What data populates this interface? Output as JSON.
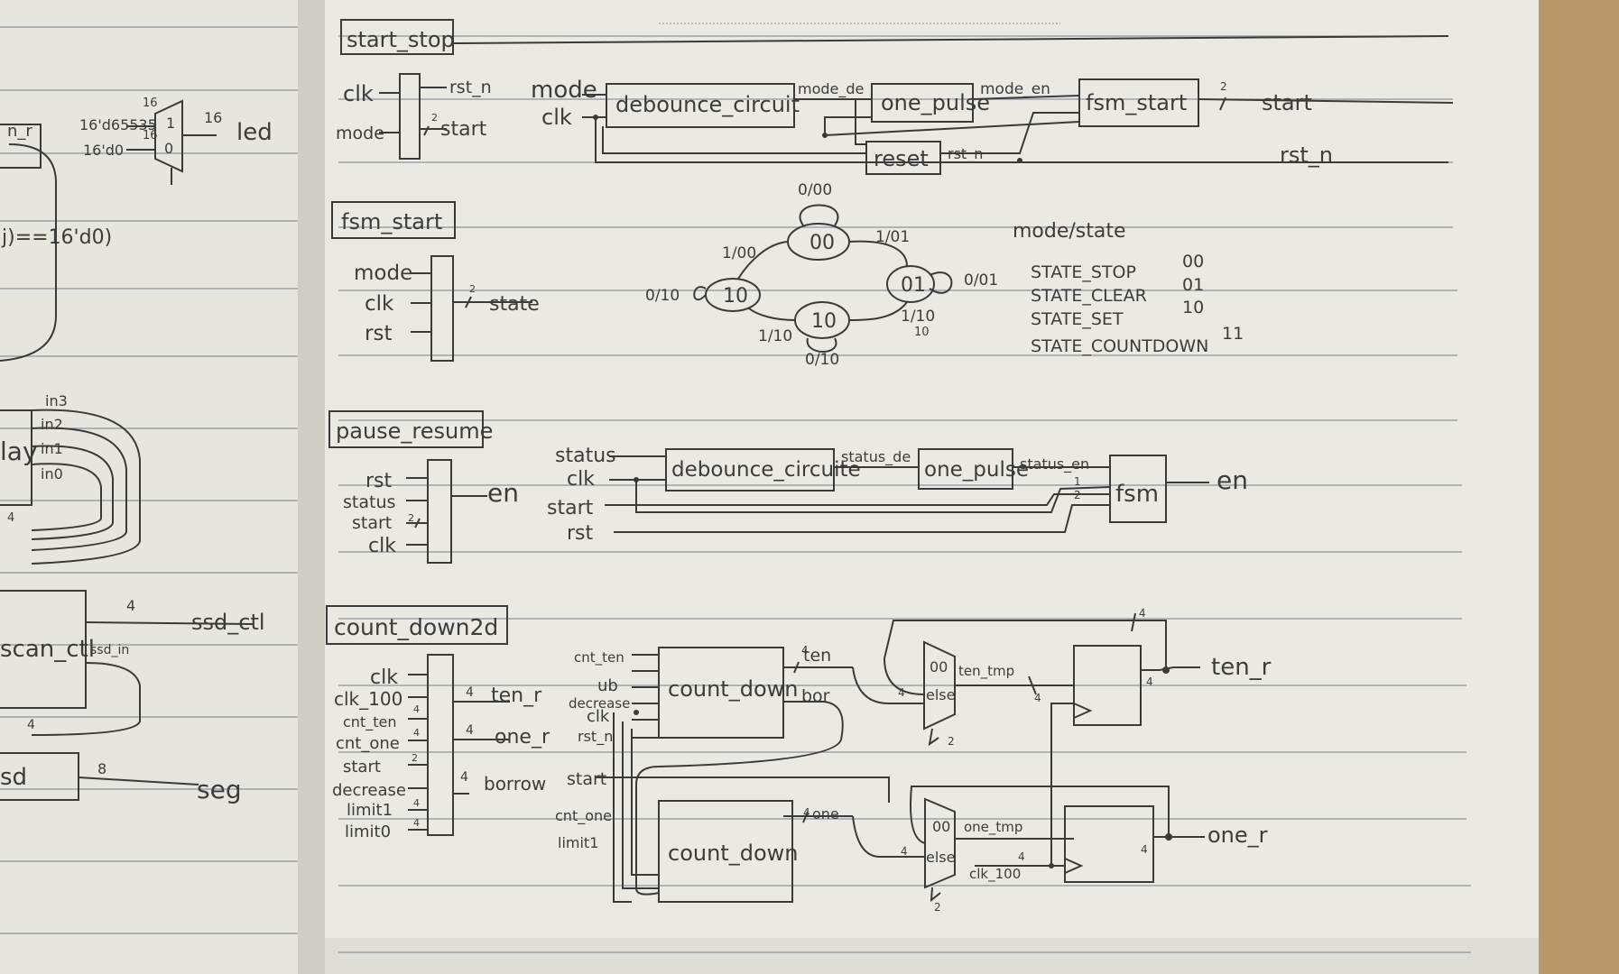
{
  "colors": {
    "paper": "#e9e8e3",
    "ink": "#3a3a3a",
    "rule": "#8e949c",
    "desk": "#a48a64"
  },
  "left_page": {
    "n_r": "n_r",
    "mux_in1": "16'd65535",
    "mux_in0": "16'd0",
    "w16a": "16",
    "w16b": "16",
    "w16c": "16",
    "mux_1": "1",
    "mux_0": "0",
    "led": "led",
    "cond": "j)==16'd0)",
    "in3": "in3",
    "in2": "in2",
    "in1": "in1",
    "in0": "in0",
    "lay": "lay",
    "w4a": "4",
    "scan_ctl": "scan_ctl",
    "w4b": "4",
    "ssd_ctl": "ssd_ctl",
    "ssd_in": "ssd_in",
    "w4c": "4",
    "sd": "sd",
    "w8": "8",
    "seg": "seg"
  },
  "start_stop": {
    "title": "start_stop",
    "in_clk": "clk",
    "in_mode": "mode",
    "out_rst_n": "rst_n",
    "out_start": "start",
    "w2": "2",
    "mode": "mode",
    "clk": "clk",
    "debounce": "debounce_circuit",
    "mode_de": "mode_de",
    "one_pulse": "one_pulse",
    "mode_en": "mode_en",
    "fsm_start": "fsm_start",
    "w2b": "2",
    "start": "start",
    "reset": "reset",
    "rst_n_int": "rst_n",
    "rst_n_out": "rst_n"
  },
  "fsm_start": {
    "title": "fsm_start",
    "in_mode": "mode",
    "in_clk": "clk",
    "in_rst": "rst",
    "w2": "2",
    "out_state": "state",
    "states": [
      "00",
      "01",
      "10",
      "10"
    ],
    "edges": [
      "0/00",
      "1/01",
      "0/01",
      "1/10",
      "10",
      "0/10",
      "1/10",
      "0/10",
      "1/00"
    ],
    "legend_header": "mode/state",
    "legend": [
      {
        "name": "STATE_STOP",
        "code": "00"
      },
      {
        "name": "STATE_CLEAR",
        "code": "01"
      },
      {
        "name": "STATE_SET",
        "code": "10"
      },
      {
        "name": "STATE_COUNTDOWN",
        "code": "11"
      }
    ]
  },
  "pause_resume": {
    "title": "pause_resume",
    "in_rst": "rst",
    "in_status": "status",
    "in_start": "start",
    "in_clk": "clk",
    "w2": "2",
    "out_en": "en",
    "status": "status",
    "clk": "clk",
    "start": "start",
    "rst": "rst",
    "debounce": "debounce_circuite",
    "status_de": "status_de",
    "one_pulse": "one_pulse",
    "status_en": "status_en",
    "w1": "1",
    "w2b": "2",
    "fsm": "fsm",
    "en": "en"
  },
  "count_down2d": {
    "title": "count_down2d",
    "in_clk": "clk",
    "in_clk_100": "clk_100",
    "in_cnt_ten": "cnt_ten",
    "in_cnt_one": "cnt_one",
    "in_start": "start",
    "in_decrease": "decrease",
    "in_limit1": "limit1",
    "in_limit0": "limit0",
    "w2": "2",
    "w4a": "4",
    "w4b": "4",
    "w4c": "4",
    "w4d": "4",
    "w4e": "4",
    "out_ten_r": "ten_r",
    "out_one_r": "one_r",
    "out_borrow": "borrow",
    "w4_ten": "4",
    "w4_one": "4",
    "cnt_ten": "cnt_ten",
    "ub": "ub",
    "decrease": "decrease",
    "clk": "clk",
    "rst_n": "rst_n",
    "count_down_top": "count_down",
    "ten": "ten",
    "w_ten": "4",
    "bor": "bor",
    "start": "start",
    "cnt_one": "cnt_one",
    "limit1": "limit1",
    "count_down_bot": "count_down",
    "one": "one",
    "w_one": "4",
    "mux_top_00": "00",
    "mux_top_else": "else",
    "mux_bot_00": "00",
    "mux_bot_else": "else",
    "w4_mux_t": "4",
    "w4_mux_b": "4",
    "w2_mux_t": "2",
    "w2_mux_b": "2",
    "ten_tmp": "ten_tmp",
    "w_ten_tmp": "4",
    "one_tmp": "one_tmp",
    "w_one_tmp": "4",
    "clk_100": "clk_100",
    "w4_fb": "4",
    "w4_reg_t": "4",
    "w4_reg_b": "4",
    "ten_r": "ten_r",
    "one_r": "one_r"
  }
}
